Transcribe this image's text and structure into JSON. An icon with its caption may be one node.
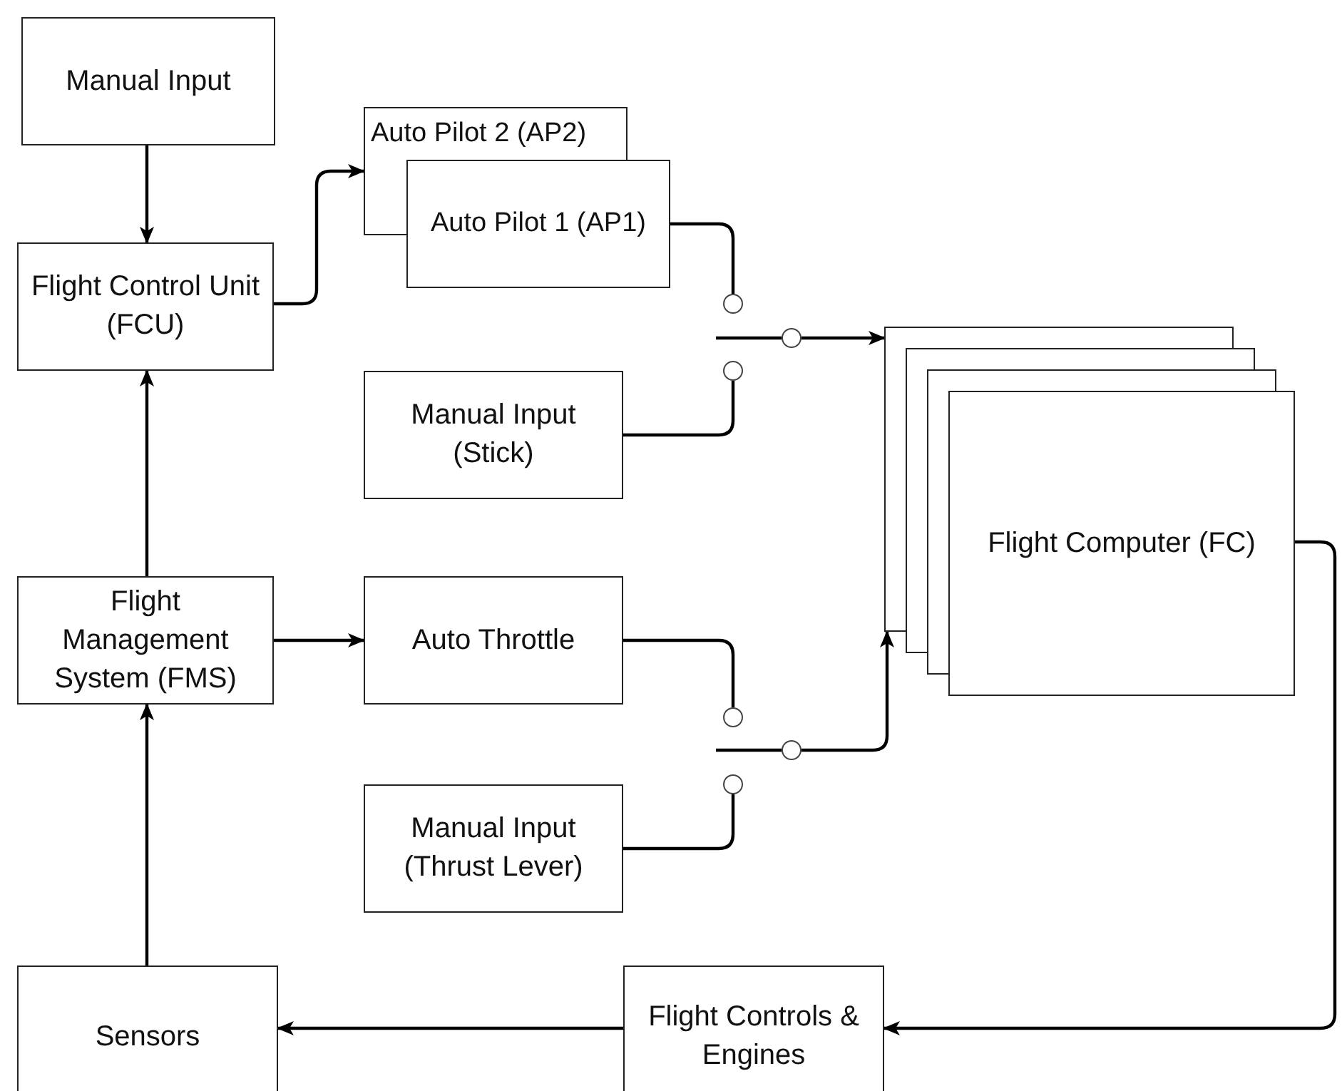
{
  "diagram": {
    "nodes": [
      {
        "text": [
          "Manual Input"
        ]
      },
      {
        "text": [
          "Flight Control Unit (FCU)"
        ]
      },
      {
        "text": [
          "Auto Pilot 2 (AP2)"
        ]
      },
      {
        "text": [
          "Auto Pilot 1 (AP1)"
        ]
      },
      {
        "text": [
          "Manual Input (Stick)"
        ]
      },
      {
        "text": [
          "Flight Management System (FMS)"
        ]
      },
      {
        "text": [
          "Auto Throttle"
        ]
      },
      {
        "text": [
          "Manual Input (Thrust Lever)"
        ]
      },
      {
        "text": [],
        "shape": "box"
      },
      {
        "text": [],
        "shape": "box"
      },
      {
        "text": [],
        "shape": "box"
      },
      {
        "text": [
          "Flight Computer (FC)"
        ]
      },
      {
        "text": [
          "Sensors"
        ]
      },
      {
        "text": [
          "Flight Controls & Engines"
        ]
      },
      {
        "text": [],
        "shape": "circle"
      },
      {
        "text": [],
        "shape": "circle"
      },
      {
        "text": [],
        "shape": "circle"
      },
      {
        "text": [],
        "shape": "circle"
      },
      {
        "text": [],
        "shape": "circle"
      },
      {
        "text": [],
        "shape": "circle"
      }
    ],
    "edges": [
      {
        "from": 0,
        "to": 1,
        "arrow": "to"
      },
      {
        "from": 1,
        "to": 2,
        "arrow": "to"
      },
      {
        "from": 5,
        "to": 1,
        "arrow": "to"
      },
      {
        "from": 5,
        "to": 6,
        "arrow": "to"
      },
      {
        "from": 12,
        "to": 5,
        "arrow": "to"
      },
      {
        "from": 13,
        "to": 12,
        "arrow": "to"
      },
      {
        "from": 11,
        "to": 13,
        "arrow": "to"
      },
      {
        "from": 3,
        "to": 14,
        "arrow": "none"
      },
      {
        "from": 4,
        "to": 16,
        "arrow": "none"
      },
      {
        "from": 15,
        "to": 8,
        "arrow": "to"
      },
      {
        "from": 6,
        "to": 17,
        "arrow": "none"
      },
      {
        "from": 7,
        "to": 19,
        "arrow": "none"
      },
      {
        "from": 18,
        "to": 8,
        "arrow": "to"
      }
    ]
  }
}
